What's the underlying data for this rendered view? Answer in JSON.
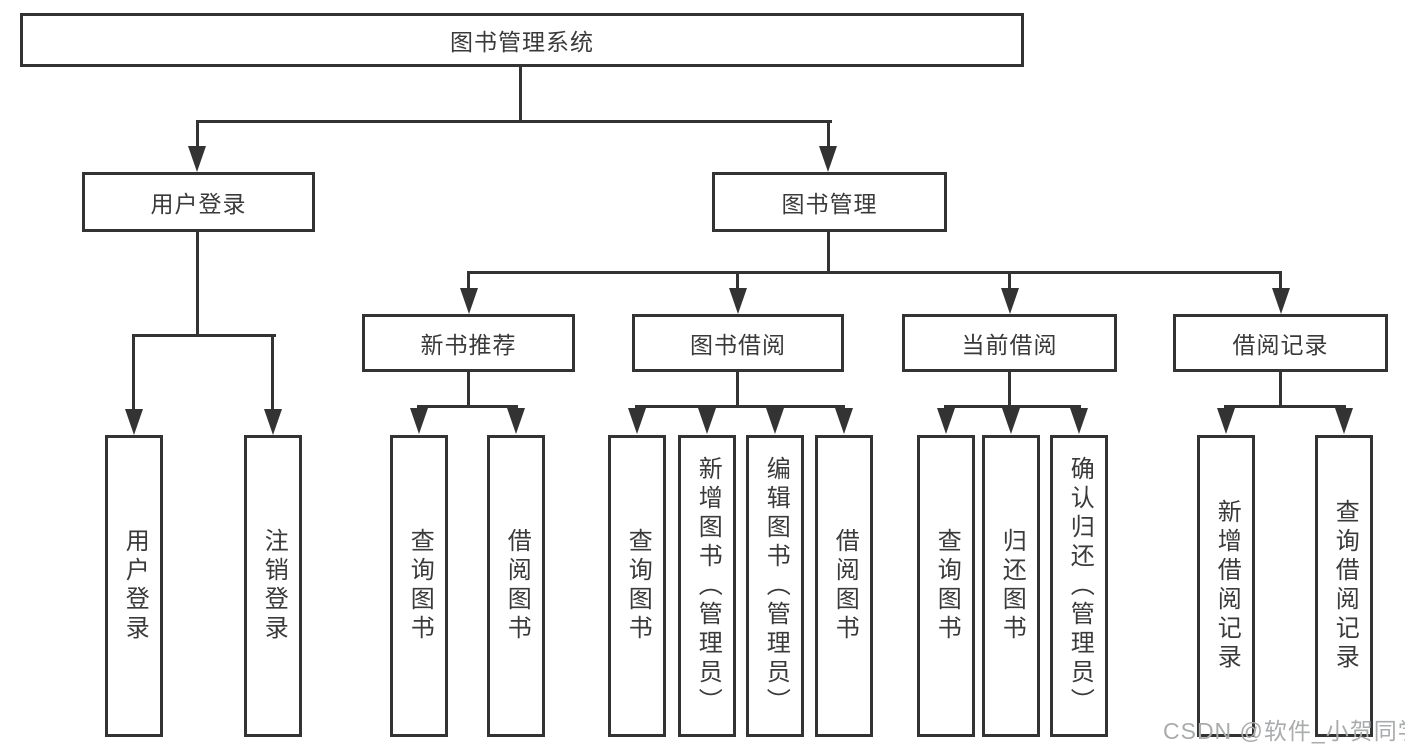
{
  "diagram": {
    "root": {
      "label": "图书管理系统"
    },
    "level2": [
      {
        "label": "用户登录"
      },
      {
        "label": "图书管理"
      }
    ],
    "level3": [
      {
        "label": "新书推荐"
      },
      {
        "label": "图书借阅"
      },
      {
        "label": "当前借阅"
      },
      {
        "label": "借阅记录"
      }
    ],
    "leaves": {
      "user_login": [
        {
          "label": "用户登录"
        },
        {
          "label": "注销登录"
        }
      ],
      "new_book_recommend": [
        {
          "label": "查询图书"
        },
        {
          "label": "借阅图书"
        }
      ],
      "book_borrow": [
        {
          "label": "查询图书"
        },
        {
          "label": "新增图书（管理员）"
        },
        {
          "label": "编辑图书（管理员）"
        },
        {
          "label": "借阅图书"
        }
      ],
      "current_borrow": [
        {
          "label": "查询图书"
        },
        {
          "label": "归还图书"
        },
        {
          "label": "确认归还（管理员）"
        }
      ],
      "borrow_record": [
        {
          "label": "新增借阅记录"
        },
        {
          "label": "查询借阅记录"
        }
      ]
    }
  },
  "watermark": {
    "text": "CSDN @软件_小贺同学"
  },
  "colors": {
    "line": "#333333",
    "text": "#3a3a3a",
    "watermark": "#a9abad",
    "background": "#ffffff"
  }
}
